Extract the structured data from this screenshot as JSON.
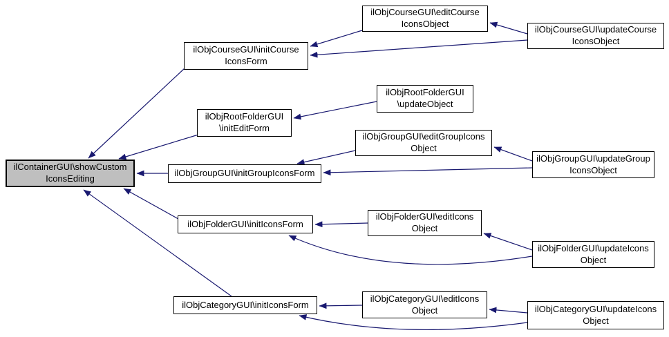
{
  "diagram": {
    "type": "caller-graph",
    "edge_color": "#191970",
    "highlight_fill": "#bfbfbf",
    "node_fill": "#ffffff",
    "nodes": [
      {
        "id": "center",
        "label": "ilContainerGUI\\showCustom\nIconsEditing",
        "highlighted": true
      },
      {
        "id": "init_course",
        "label": "ilObjCourseGUI\\initCourse\nIconsForm",
        "highlighted": false
      },
      {
        "id": "edit_course",
        "label": "ilObjCourseGUI\\editCourse\nIconsObject",
        "highlighted": false
      },
      {
        "id": "update_course",
        "label": "ilObjCourseGUI\\updateCourse\nIconsObject",
        "highlighted": false
      },
      {
        "id": "root_init_edit",
        "label": "ilObjRootFolderGUI\n\\initEditForm",
        "highlighted": false
      },
      {
        "id": "root_update",
        "label": "ilObjRootFolderGUI\n\\updateObject",
        "highlighted": false
      },
      {
        "id": "init_group",
        "label": "ilObjGroupGUI\\initGroupIconsForm",
        "highlighted": false
      },
      {
        "id": "edit_group",
        "label": "ilObjGroupGUI\\editGroupIcons\nObject",
        "highlighted": false
      },
      {
        "id": "update_group",
        "label": "ilObjGroupGUI\\updateGroup\nIconsObject",
        "highlighted": false
      },
      {
        "id": "folder_init",
        "label": "ilObjFolderGUI\\initIconsForm",
        "highlighted": false
      },
      {
        "id": "folder_edit",
        "label": "ilObjFolderGUI\\editIcons\nObject",
        "highlighted": false
      },
      {
        "id": "folder_update",
        "label": "ilObjFolderGUI\\updateIcons\nObject",
        "highlighted": false
      },
      {
        "id": "cat_init",
        "label": "ilObjCategoryGUI\\initIconsForm",
        "highlighted": false
      },
      {
        "id": "cat_edit",
        "label": "ilObjCategoryGUI\\editIcons\nObject",
        "highlighted": false
      },
      {
        "id": "cat_update",
        "label": "ilObjCategoryGUI\\updateIcons\nObject",
        "highlighted": false
      }
    ],
    "edges": [
      {
        "from": "init_course",
        "to": "center"
      },
      {
        "from": "edit_course",
        "to": "init_course"
      },
      {
        "from": "update_course",
        "to": "init_course"
      },
      {
        "from": "update_course",
        "to": "edit_course"
      },
      {
        "from": "root_init_edit",
        "to": "center"
      },
      {
        "from": "root_update",
        "to": "root_init_edit"
      },
      {
        "from": "init_group",
        "to": "center"
      },
      {
        "from": "edit_group",
        "to": "init_group"
      },
      {
        "from": "update_group",
        "to": "init_group"
      },
      {
        "from": "update_group",
        "to": "edit_group"
      },
      {
        "from": "folder_init",
        "to": "center"
      },
      {
        "from": "folder_edit",
        "to": "folder_init"
      },
      {
        "from": "folder_update",
        "to": "folder_init"
      },
      {
        "from": "folder_update",
        "to": "folder_edit"
      },
      {
        "from": "cat_init",
        "to": "center"
      },
      {
        "from": "cat_edit",
        "to": "cat_init"
      },
      {
        "from": "cat_update",
        "to": "cat_init"
      },
      {
        "from": "cat_update",
        "to": "cat_edit"
      }
    ]
  }
}
